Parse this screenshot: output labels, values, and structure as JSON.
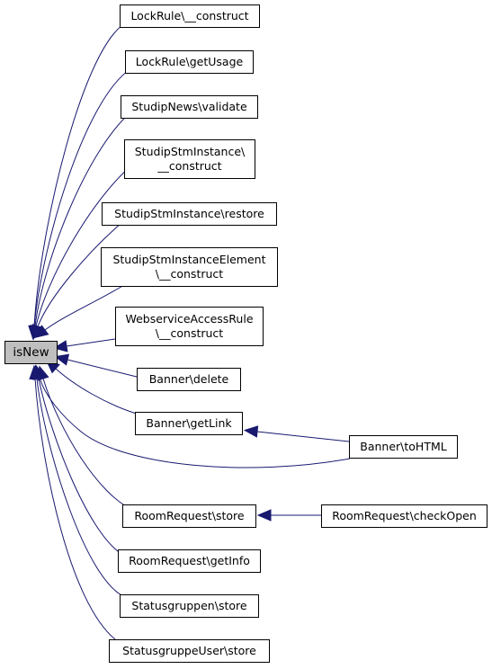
{
  "diagram": {
    "root": {
      "id": "isnew",
      "lines": [
        "isNew"
      ]
    },
    "nodes": [
      {
        "id": "lockrule-construct",
        "lines": [
          "LockRule\\__construct"
        ]
      },
      {
        "id": "lockrule-getusage",
        "lines": [
          "LockRule\\getUsage"
        ]
      },
      {
        "id": "studipnews-validate",
        "lines": [
          "StudipNews\\validate"
        ]
      },
      {
        "id": "studipstminstance-construct",
        "lines": [
          "StudipStmInstance\\",
          "__construct"
        ]
      },
      {
        "id": "studipstminstance-restore",
        "lines": [
          "StudipStmInstance\\restore"
        ]
      },
      {
        "id": "studipstminstanceelement-construct",
        "lines": [
          "StudipStmInstanceElement",
          "\\__construct"
        ]
      },
      {
        "id": "webserviceaccessrule-construct",
        "lines": [
          "WebserviceAccessRule",
          "\\__construct"
        ]
      },
      {
        "id": "banner-delete",
        "lines": [
          "Banner\\delete"
        ]
      },
      {
        "id": "banner-getlink",
        "lines": [
          "Banner\\getLink"
        ]
      },
      {
        "id": "banner-tohtml",
        "lines": [
          "Banner\\toHTML"
        ]
      },
      {
        "id": "roomrequest-store",
        "lines": [
          "RoomRequest\\store"
        ]
      },
      {
        "id": "roomrequest-checkopen",
        "lines": [
          "RoomRequest\\checkOpen"
        ]
      },
      {
        "id": "roomrequest-getinfo",
        "lines": [
          "RoomRequest\\getInfo"
        ]
      },
      {
        "id": "statusgruppen-store",
        "lines": [
          "Statusgruppen\\store"
        ]
      },
      {
        "id": "statusgruppeuser-store",
        "lines": [
          "StatusgruppeUser\\store"
        ]
      }
    ],
    "edges": [
      {
        "from": "lockrule-construct",
        "to": "isnew"
      },
      {
        "from": "lockrule-getusage",
        "to": "isnew"
      },
      {
        "from": "studipnews-validate",
        "to": "isnew"
      },
      {
        "from": "studipstminstance-construct",
        "to": "isnew"
      },
      {
        "from": "studipstminstance-restore",
        "to": "isnew"
      },
      {
        "from": "studipstminstanceelement-construct",
        "to": "isnew"
      },
      {
        "from": "webserviceaccessrule-construct",
        "to": "isnew"
      },
      {
        "from": "banner-delete",
        "to": "isnew"
      },
      {
        "from": "banner-getlink",
        "to": "isnew"
      },
      {
        "from": "banner-tohtml",
        "to": "isnew"
      },
      {
        "from": "roomrequest-store",
        "to": "isnew"
      },
      {
        "from": "roomrequest-getinfo",
        "to": "isnew"
      },
      {
        "from": "statusgruppen-store",
        "to": "isnew"
      },
      {
        "from": "statusgruppeuser-store",
        "to": "isnew"
      },
      {
        "from": "banner-tohtml",
        "to": "banner-getlink"
      },
      {
        "from": "roomrequest-checkopen",
        "to": "roomrequest-store"
      }
    ],
    "colors": {
      "edge": "#191970",
      "node_border": "#000000",
      "node_fill": "#ffffff",
      "root_fill": "#bfbfbf"
    }
  }
}
